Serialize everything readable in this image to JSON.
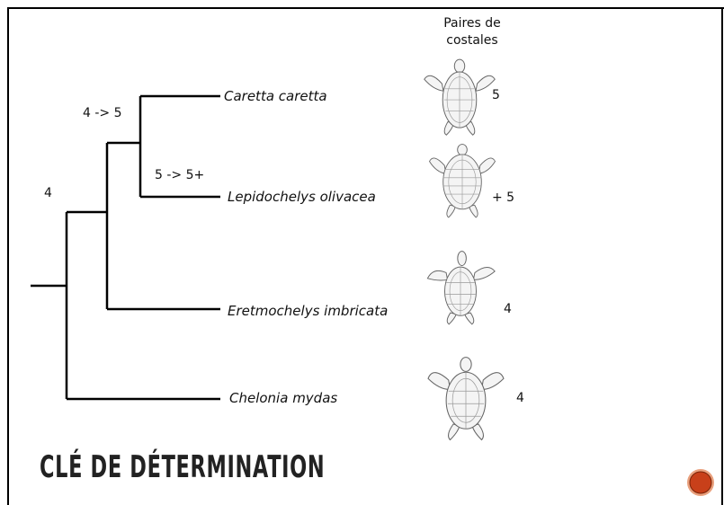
{
  "header": {
    "line1": "Paires de",
    "line2": "costales"
  },
  "tree": {
    "root_state": "4",
    "node1_change": "4 -> 5",
    "node2_change": "5 -> 5+"
  },
  "species": [
    {
      "name": "Caretta caretta",
      "costal_pairs": "5"
    },
    {
      "name": "Lepidochelys olivacea",
      "costal_pairs": "+ 5"
    },
    {
      "name": "Eretmochelys imbricata",
      "costal_pairs": "4"
    },
    {
      "name": "Chelonia mydas",
      "costal_pairs": "4"
    }
  ],
  "title": "CLÉ DE DÉTERMINATION",
  "colors": {
    "badge": "#c8401a",
    "badge_ring": "#e9a07d",
    "line": "#000000"
  },
  "icons": [
    "turtle-icon",
    "orange-circle-icon"
  ]
}
